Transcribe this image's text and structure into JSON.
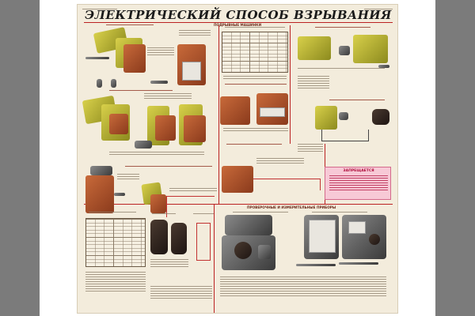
{
  "poster": {
    "title": "ЭЛЕКТРИЧЕСКИЙ СПОСОБ ВЗРЫВАНИЯ",
    "section_blasting_machines": "ПОДРЫВНЫЕ МАШИНКИ",
    "section_test_instruments": "ПРОВЕРОЧНЫЕ И ИЗМЕРИТЕЛЬНЫЕ ПРИБОРЫ",
    "warning_title": "ЗАПРЕЩАЕТСЯ"
  },
  "colors": {
    "background": "#7b7b7b",
    "paper": "#f3ecdc",
    "rule": "#bb2222",
    "warning_fill": "#f7c9d6",
    "warning_text": "#b0103e"
  }
}
